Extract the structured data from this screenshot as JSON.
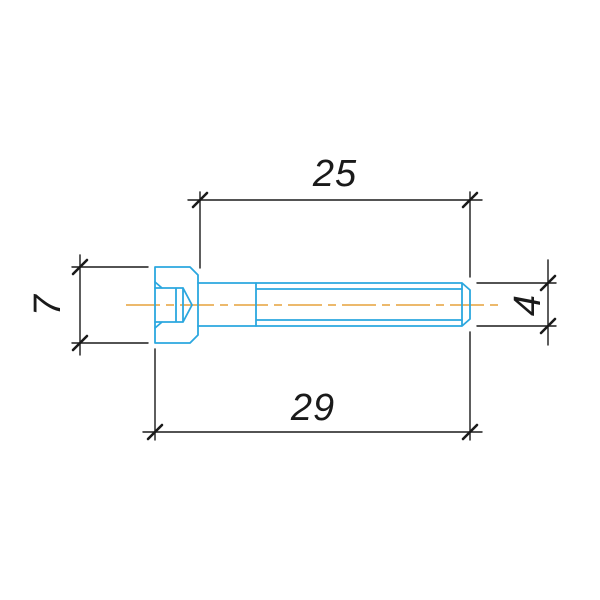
{
  "drawing": {
    "annotations": {
      "top_dimension": "25",
      "bottom_dimension": "29",
      "left_dimension": "7",
      "right_dimension": "4"
    },
    "colors": {
      "part_line": "#2BA7DF",
      "centerline": "#E6A23C",
      "dimension_line": "#1A1A1A"
    }
  }
}
